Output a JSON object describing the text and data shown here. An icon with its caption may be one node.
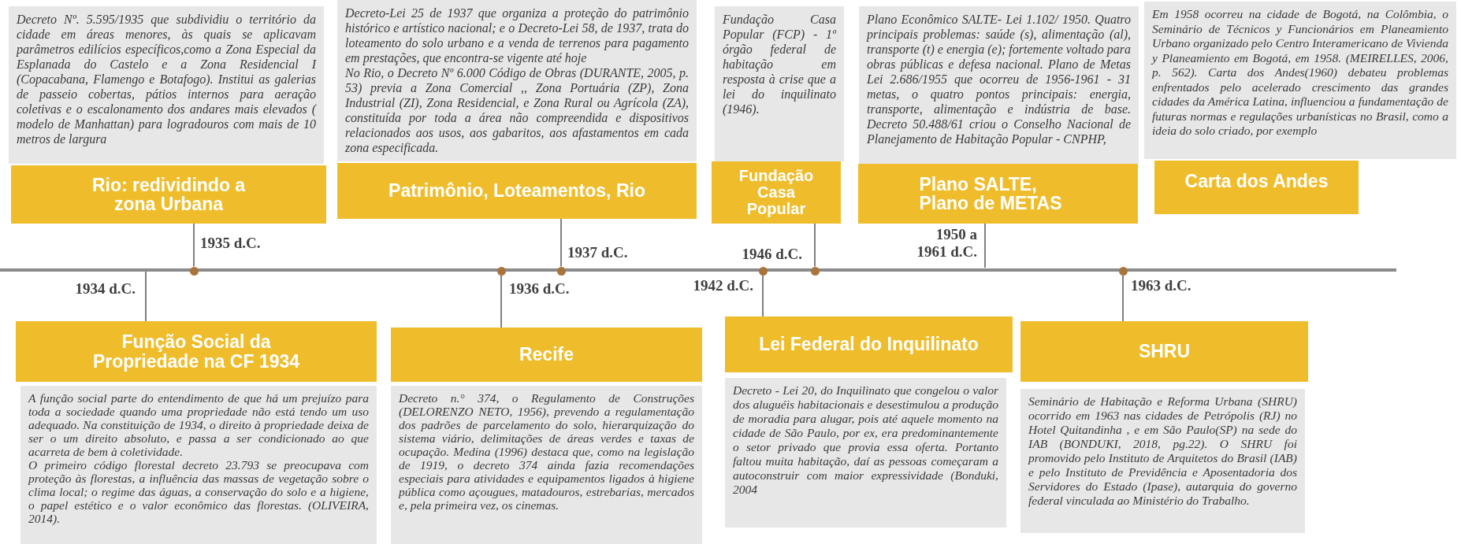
{
  "diagram": {
    "nodes": [
      {
        "text": [
          "Decreto Nº. 5.595/1935 que subdividiu o território da cidade em áreas menores, às quais se aplicavam parâmetros edilícios específicos,como a Zona Especial da Esplanada do Castelo e a Zona Residencial I (Copacabana, Flamengo e Botafogo). Institui as galerias de passeio cobertas, pátios internos para aeração coletivas e o escalonamento dos andares mais elevados ( modelo de Manhattan) para logradouros com mais de 10 metros de largura"
        ]
      },
      {
        "text": [
          "Rio: redividindo a zona Urbana"
        ]
      },
      {
        "text": [
          "Decreto-Lei 25 de 1937 que organiza a proteção do patrimônio histórico e artístico nacional; e o Decreto-Lei 58, de 1937, trata do loteamento do solo urbano e a venda de terrenos para pagamento em prestações, que encontra-se vigente até hoje",
          "No Rio, o Decreto Nº 6.000 Código de Obras (DURANTE, 2005, p. 53) previa a Zona Comercial ,, Zona Portuária (ZP), Zona Industrial (ZI), Zona Residencial, e Zona Rural ou Agrícola (ZA), constituída por toda a área não compreendida e dispositivos relacionados aos usos, aos gabaritos, aos afastamentos em cada zona especificada."
        ]
      },
      {
        "text": [
          "Patrimônio, Loteamentos, Rio"
        ]
      },
      {
        "text": [
          "Fundação Casa Popular (FCP) - 1º órgão federal de habitação em resposta à crise que a lei do inquilinato (1946)."
        ]
      },
      {
        "text": [
          "Fundação Casa Popular"
        ]
      },
      {
        "text": [
          "Plano Econômico SALTE- Lei 1.102/ 1950. Quatro principais problemas: saúde (s), alimentação (al), transporte (t) e energia (e); fortemente voltado para obras públicas e defesa nacional. Plano de Metas Lei 2.686/1955 que ocorreu de 1956-1961 - 31 metas, o quatro pontos principais: energia, transporte, alimentação e indústria de base. Decreto 50.488/61 criou o Conselho Nacional de Planejamento de Habitação Popular - CNPHP,"
        ]
      },
      {
        "text": [
          "Plano SALTE, Plano de METAS"
        ],
        "beside": [
          "1950 a 1961 d.C."
        ]
      },
      {
        "text": [
          "Em 1958 ocorreu na cidade de Bogotá, na Colômbia, o Seminário de Técnicos y Funcionários em Planeamiento Urbano organizado pelo Centro Interamericano de Vivienda y Planeamiento em Bogotá, em 1958. (MEIRELLES, 2006, p. 562). Carta dos Andes(1960) debateu problemas enfrentados pelo acelerado crescimento das grandes cidades da América Latina, influenciou a fundamentação de futuras normas e regulações urbanísticas no Brasil, como a ideia do solo criado, por exemplo"
        ]
      },
      {
        "text": [
          "Carta dos Andes"
        ]
      },
      {
        "text": [],
        "shape": "circle",
        "beside": [
          "1935 d.C."
        ]
      },
      {
        "text": [],
        "shape": "circle",
        "beside": [
          "1936 d.C."
        ]
      },
      {
        "text": [],
        "shape": "circle",
        "beside": [
          "1937 d.C."
        ]
      },
      {
        "text": [],
        "shape": "circle",
        "beside": [
          "1942 d.C."
        ]
      },
      {
        "text": [],
        "shape": "circle",
        "beside": [
          "1946 d.C."
        ]
      },
      {
        "text": [],
        "shape": "circle",
        "beside": [
          "1963 d.C."
        ]
      },
      {
        "text": [
          "Função Social da Propriedade na CF 1934"
        ],
        "beside": [
          "1934 d.C."
        ]
      },
      {
        "text": [
          "A função social parte do entendimento de que há um prejuízo para toda a sociedade quando uma propriedade não está tendo um uso adequado. Na constituição de 1934, o direito à propriedade deixa de ser o um direito absoluto, e passa a ser condicionado ao que acarreta de bem à coletividade.",
          "O primeiro código florestal decreto 23.793 se preocupava com proteção às florestas, a influência das massas de vegetação sobre o clima local; o regime das águas, a conservação do solo e a higiene, o papel estético e o valor econômico das florestas. (OLIVEIRA, 2014)."
        ]
      },
      {
        "text": [
          "Recife"
        ]
      },
      {
        "text": [
          "Decreto n.° 374, o Regulamento de Construções (DELORENZO NETO, 1956), prevendo a regulamentação dos padrões de parcelamento do solo, hierarquização do sistema viário, delimitações de áreas verdes e taxas de ocupação. Medina (1996) destaca que, como na legislação de 1919, o decreto 374 ainda fazia recomendações especiais para atividades e equipamentos ligados à higiene pública como açougues, matadouros, estrebarias, mercados e, pela primeira vez, os cinemas."
        ]
      },
      {
        "text": [
          "Lei Federal do Inquilinato"
        ]
      },
      {
        "text": [
          "Decreto - Lei 20, do Inquilinato que congelou o valor dos aluguéis habitacionais e desestimulou a produção de moradia para alugar, pois até aquele momento na cidade de São Paulo, por ex, era predominantemente o setor privado que provia essa oferta. Portanto faltou muita habitação, daí as pessoas começaram a autoconstruir com maior expressividade (Bonduki, 2004"
        ]
      },
      {
        "text": [
          "SHRU"
        ]
      },
      {
        "text": [
          "Seminário de Habitação e Reforma Urbana (SHRU) ocorrido em 1963 nas cidades de Petrópolis (RJ) no Hotel Quitandinha , e em São Paulo(SP) na sede do IAB (BONDUKI, 2018, pg.22). O SHRU foi promovido pelo Instituto de Arquitetos do Brasil (IAB) e pelo Instituto de Previdência e Aposentadoria dos Servidores do Estado (Ipase), autarquia do governo federal vinculada ao Ministério do Trabalho."
        ]
      }
    ],
    "edges": [
      {
        "from": 1,
        "to": 10,
        "arrow": "none"
      },
      {
        "from": 3,
        "to": 12,
        "arrow": "none"
      },
      {
        "from": 5,
        "to": 14,
        "arrow": "none"
      },
      {
        "from": 7,
        "to": null,
        "arrow": "none"
      },
      {
        "from": null,
        "to": 16,
        "arrow": "none"
      },
      {
        "from": 11,
        "to": 18,
        "arrow": "none"
      },
      {
        "from": 13,
        "to": 20,
        "arrow": "none"
      },
      {
        "from": 15,
        "to": 22,
        "arrow": "none"
      }
    ]
  }
}
